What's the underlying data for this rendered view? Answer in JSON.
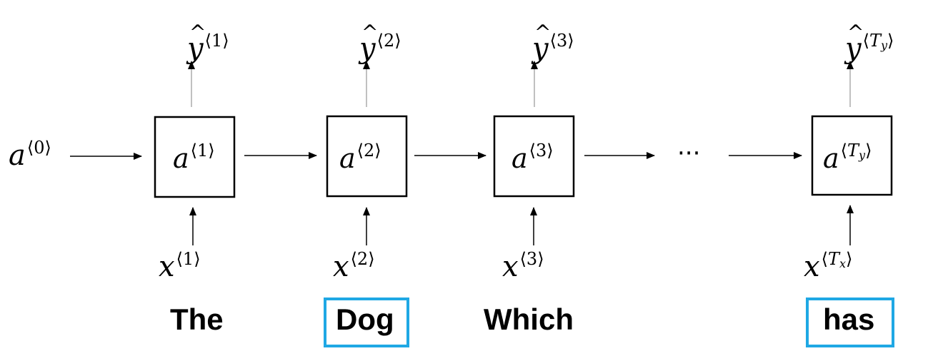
{
  "initial_state": {
    "base": "a",
    "sup": "⟨0⟩"
  },
  "steps": [
    {
      "cell": {
        "base": "a",
        "sup": "⟨1⟩"
      },
      "input": {
        "base": "x",
        "sup": "⟨1⟩"
      },
      "output": {
        "base": "y",
        "hat": "^",
        "sup": "⟨1⟩"
      },
      "word": "The",
      "highlighted": false
    },
    {
      "cell": {
        "base": "a",
        "sup": "⟨2⟩"
      },
      "input": {
        "base": "x",
        "sup": "⟨2⟩"
      },
      "output": {
        "base": "y",
        "hat": "^",
        "sup": "⟨2⟩"
      },
      "word": "Dog",
      "highlighted": true
    },
    {
      "cell": {
        "base": "a",
        "sup": "⟨3⟩"
      },
      "input": {
        "base": "x",
        "sup": "⟨3⟩"
      },
      "output": {
        "base": "y",
        "hat": "^",
        "sup": "⟨3⟩"
      },
      "word": "Which",
      "highlighted": false
    },
    {
      "cell": {
        "base": "a",
        "sup_open": "⟨",
        "sup_T": "T",
        "sup_sub": "y",
        "sup_close": "⟩"
      },
      "input": {
        "base": "x",
        "sup_open": "⟨",
        "sup_T": "T",
        "sup_sub": "x",
        "sup_close": "⟩"
      },
      "output": {
        "base": "y",
        "hat": "^",
        "sup_open": "⟨",
        "sup_T": "T",
        "sup_sub": "y",
        "sup_close": "⟩"
      },
      "word": "has",
      "highlighted": true
    }
  ],
  "ellipsis": "···",
  "colors": {
    "highlight": "#1fa8e4",
    "stroke": "#000000",
    "output_arrow": "#aaaaaa"
  }
}
